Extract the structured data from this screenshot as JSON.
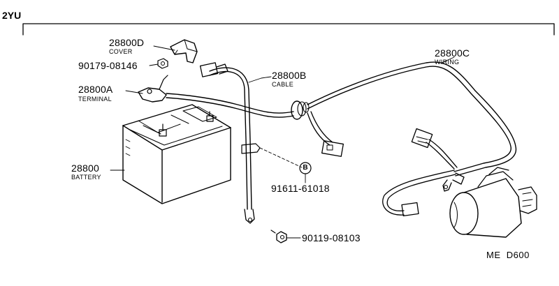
{
  "diagram": {
    "model_code": "2YU",
    "drawing_code": "ME  D600",
    "parts": [
      {
        "number": "28800D",
        "name": "COVER"
      },
      {
        "number": "90179-08146",
        "name": ""
      },
      {
        "number": "28800A",
        "name": "TERMINAL"
      },
      {
        "number": "28800B",
        "name": "CABLE"
      },
      {
        "number": "28800C",
        "name": "WIRING"
      },
      {
        "number": "28800",
        "name": "BATTERY"
      },
      {
        "number": "91611-61018",
        "name": ""
      },
      {
        "number": "90119-08103",
        "name": ""
      }
    ],
    "callout_marker": "B"
  },
  "colors": {
    "ink": "#000000",
    "paper": "#ffffff"
  },
  "icons": [
    "battery-icon",
    "starter-motor-icon",
    "connector-icon",
    "bolt-icon",
    "nut-icon",
    "terminal-cover-icon",
    "grommet-icon"
  ]
}
